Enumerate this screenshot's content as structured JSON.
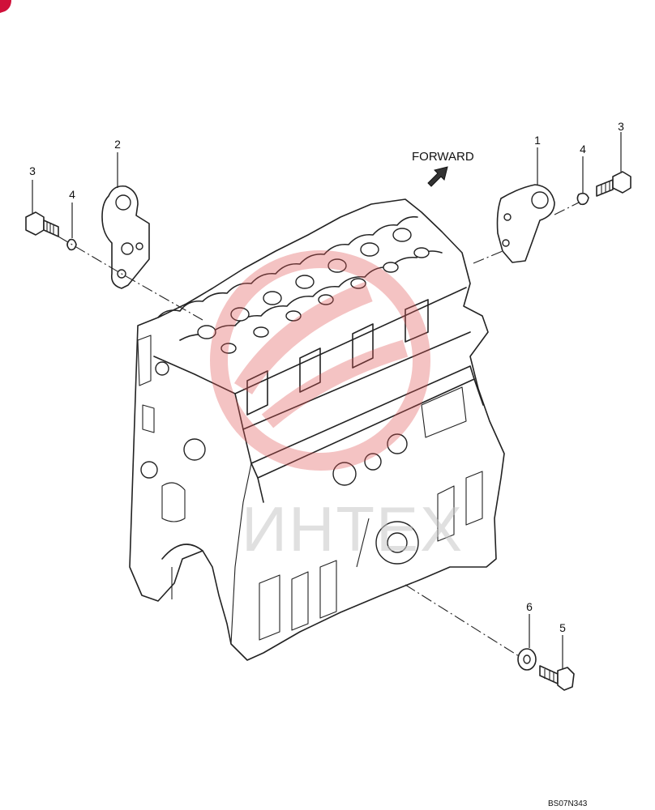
{
  "forward_label": "FORWARD",
  "drawing_code": "BS07N343",
  "watermark_text": "ИНТЕХ",
  "callouts": [
    {
      "id": "left-bolt",
      "label": "3"
    },
    {
      "id": "left-washer",
      "label": "4"
    },
    {
      "id": "left-bracket",
      "label": "2"
    },
    {
      "id": "right-bracket",
      "label": "1"
    },
    {
      "id": "right-washer",
      "label": "4"
    },
    {
      "id": "right-bolt",
      "label": "3"
    },
    {
      "id": "lower-washer",
      "label": "6"
    },
    {
      "id": "lower-bolt",
      "label": "5"
    }
  ],
  "colors": {
    "line": "#222222",
    "watermark_red": "#e05555",
    "corner_mark": "#d0103a"
  }
}
